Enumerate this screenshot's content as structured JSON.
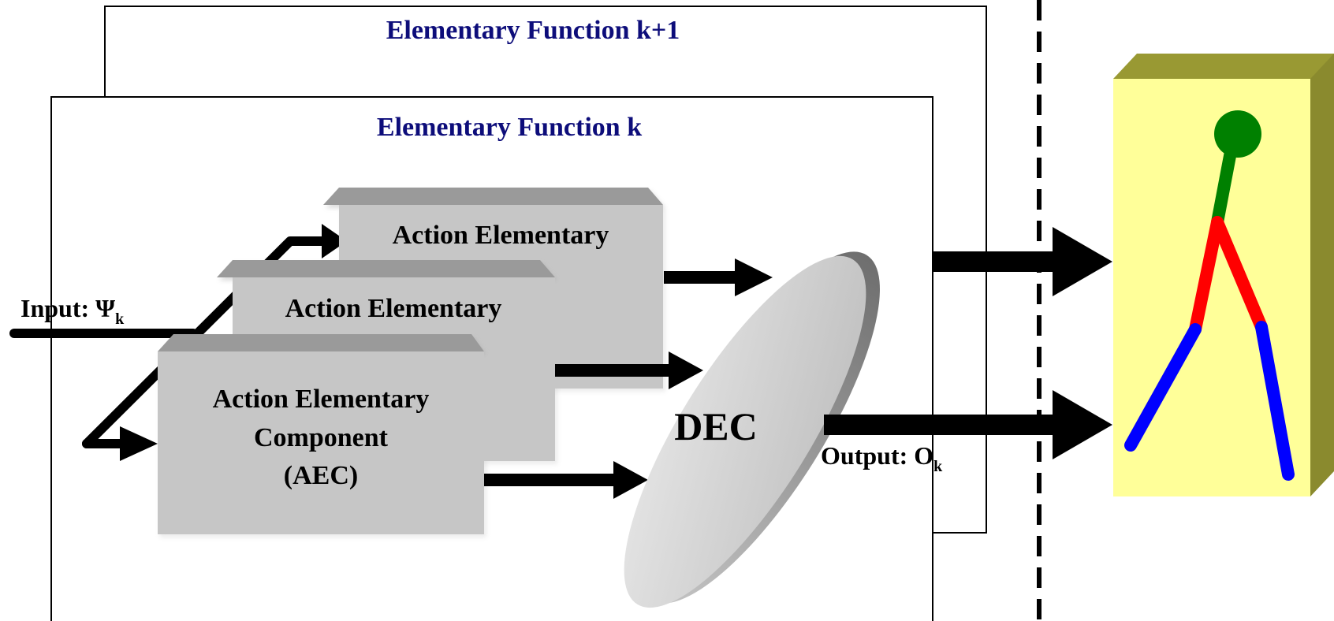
{
  "frames": {
    "back_title": "Elementary Function k+1",
    "front_title": "Elementary Function k"
  },
  "blocks": {
    "top_label": "Action Elementary",
    "middle_label": "Action Elementary",
    "front_line1": "Action Elementary",
    "front_line2": "Component",
    "front_line3": "(AEC)"
  },
  "dec": {
    "label": "DEC"
  },
  "input": {
    "prefix": "Input: ",
    "symbol": "Ψ",
    "subscript": "k"
  },
  "output": {
    "prefix": "Output: ",
    "symbol": "O",
    "subscript": "k"
  },
  "colors": {
    "frame_title": "#0d0d7a",
    "block_face": "#c6c6c6",
    "block_top": "#9a9a9a",
    "figure_face": "#ffff99",
    "figure_side": "#999933",
    "head": "#008000",
    "torso": "#ff0000",
    "legs": "#0000ff"
  },
  "icons": [
    "dashed-divider",
    "human-figure",
    "arrow-right"
  ]
}
